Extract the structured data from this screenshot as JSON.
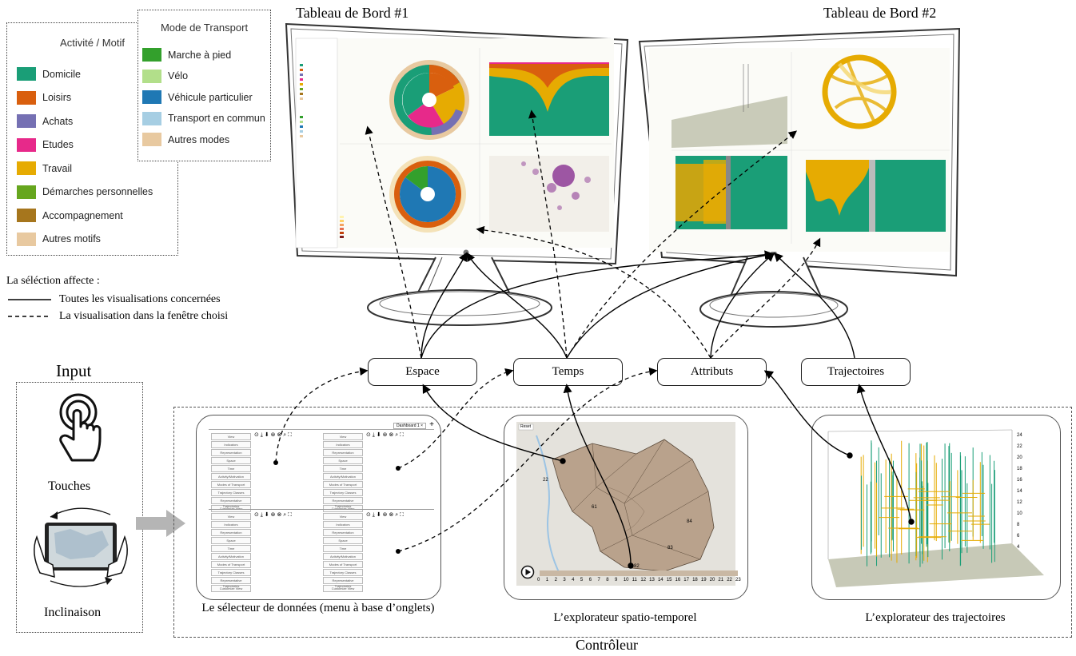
{
  "legend_activite": {
    "title": "Activité / Motif",
    "items": [
      {
        "label": "Domicile",
        "color": "#1a9e77"
      },
      {
        "label": "Loisirs",
        "color": "#d95f0e"
      },
      {
        "label": "Achats",
        "color": "#7570b3"
      },
      {
        "label": "Etudes",
        "color": "#e7298a"
      },
      {
        "label": "Travail",
        "color": "#e6ab02"
      },
      {
        "label": "Démarches personnelles",
        "color": "#66a61e"
      },
      {
        "label": "Accompagnement",
        "color": "#a6761d"
      },
      {
        "label": "Autres motifs",
        "color": "#e8c9a0"
      }
    ]
  },
  "legend_transport": {
    "title": "Mode de Transport",
    "items": [
      {
        "label": "Marche à pied",
        "color": "#33a02c"
      },
      {
        "label": "Vélo",
        "color": "#b2df8a"
      },
      {
        "label": "Véhicule particulier",
        "color": "#1f78b4"
      },
      {
        "label": "Transport en commun",
        "color": "#a6cee3"
      },
      {
        "label": "Autres modes",
        "color": "#e8c9a0"
      }
    ]
  },
  "selection_note": {
    "title": "La séléction affecte :",
    "solid": "Toutes les visualisations concernées",
    "dashed": "La visualisation dans la fenêtre choisi"
  },
  "monitors": {
    "left_title": "Tableau de Bord #1",
    "right_title": "Tableau de Bord #2"
  },
  "input": {
    "title": "Input",
    "touch_label": "Touches",
    "tilt_label": "Inclinaison"
  },
  "nodes": {
    "espace": "Espace",
    "temps": "Temps",
    "attributs": "Attributs",
    "trajectoires": "Trajectoires"
  },
  "controller": {
    "label": "Contrôleur",
    "panel1_caption": "Le sélecteur de données (menu à base d’onglets)",
    "panel2_caption": "L’explorateur spatio-temporel",
    "panel3_caption": "L’explorateur des trajectoires",
    "tab_label": "Dashboard 1",
    "menu_items": [
      "View",
      "Indicators",
      "Representation",
      "Space",
      "Time",
      "Activity/Motivation",
      "Modes of Transport",
      "Trajectory Classes",
      "Representative Trajectories",
      "Customize View"
    ],
    "reset_label": "Reset",
    "timeline_ticks": [
      "0",
      "1",
      "2",
      "3",
      "4",
      "5",
      "6",
      "7",
      "8",
      "9",
      "10",
      "11",
      "12",
      "13",
      "14",
      "15",
      "16",
      "17",
      "18",
      "19",
      "20",
      "21",
      "22",
      "23"
    ],
    "map_labels": [
      "22",
      "61",
      "84",
      "83",
      "82"
    ],
    "trajectory_axis": [
      "24",
      "22",
      "20",
      "18",
      "16",
      "14",
      "12",
      "10",
      "8",
      "6",
      "4"
    ]
  }
}
